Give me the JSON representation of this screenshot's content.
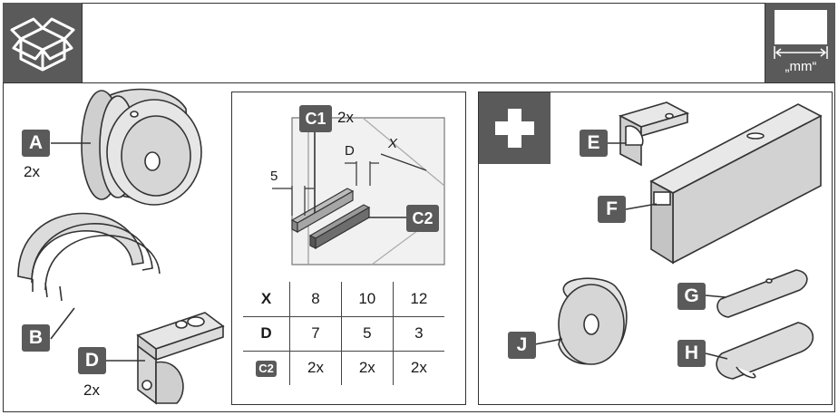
{
  "header": {
    "unit_label": "„mm“",
    "icons": [
      "box-icon",
      "ruler-mm-icon"
    ]
  },
  "parts": {
    "A": {
      "label": "A",
      "qty": "2x"
    },
    "B": {
      "label": "B"
    },
    "D": {
      "label": "D",
      "qty": "2x"
    },
    "E": {
      "label": "E"
    },
    "F": {
      "label": "F"
    },
    "G": {
      "label": "G"
    },
    "H": {
      "label": "H"
    },
    "J": {
      "label": "J"
    }
  },
  "glass_detail": {
    "c1_label": "C1",
    "c1_qty": "2x",
    "c2_label": "C2",
    "dim_5": "5",
    "dim_d": "D",
    "dim_x": "X"
  },
  "table": {
    "rows": [
      {
        "head": "X",
        "values": [
          "8",
          "10",
          "12"
        ]
      },
      {
        "head": "D",
        "values": [
          "7",
          "5",
          "3"
        ]
      },
      {
        "head": "C2",
        "values": [
          "2x",
          "2x",
          "2x"
        ]
      }
    ]
  },
  "colors": {
    "badge": "#5a5a5a",
    "part_fill": "#dcdcdc",
    "outline": "#333333"
  }
}
